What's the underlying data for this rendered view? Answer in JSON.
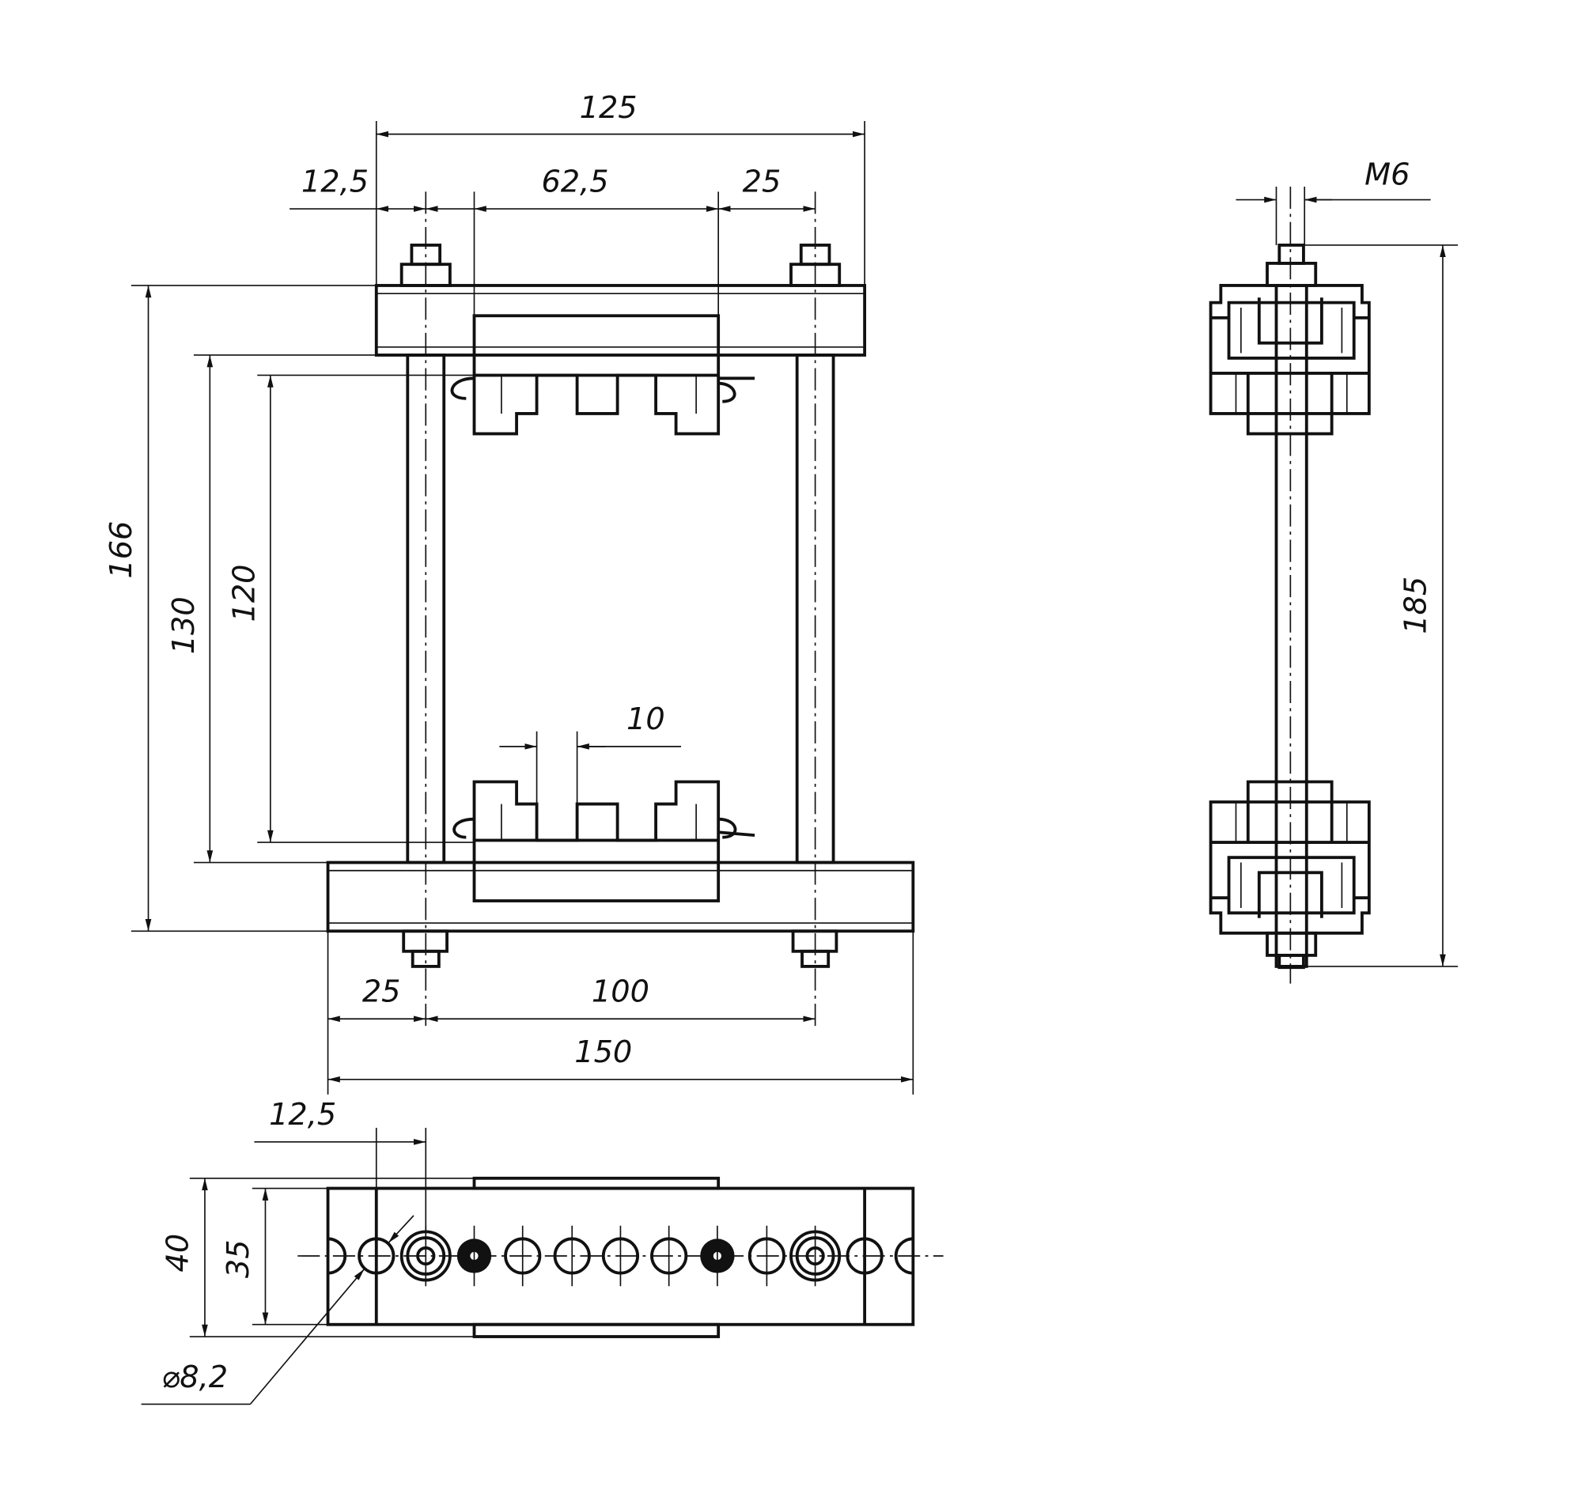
{
  "front_view": {
    "width_top": "125",
    "offset_left": "12,5",
    "clamp_width": "62,5",
    "offset_right": "25",
    "height_total": "166",
    "height_inner": "130",
    "height_clamps": "120",
    "tooth_pitch": "10",
    "offset_bottom_left": "25",
    "rod_spacing": "100",
    "width_bottom": "150"
  },
  "side_view": {
    "thread": "M6",
    "height_total": "185"
  },
  "bottom_view": {
    "offset": "12,5",
    "depth_outer": "40",
    "depth_inner": "35",
    "hole_diameter": "⌀8,2"
  }
}
